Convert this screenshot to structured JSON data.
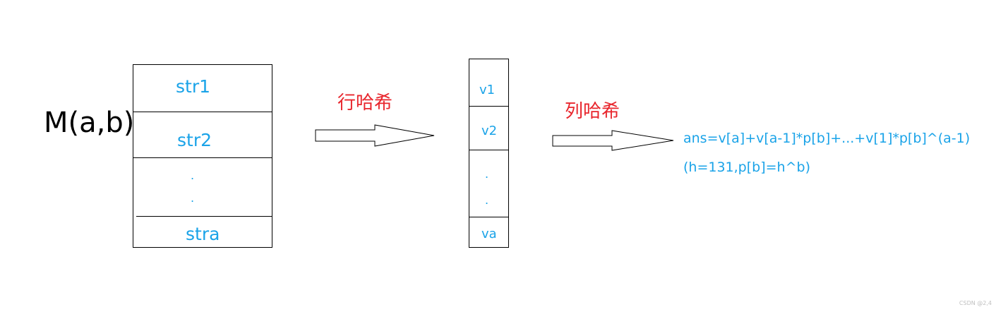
{
  "matrix": {
    "label": "M(a,b)",
    "rows": [
      {
        "label": "str1"
      },
      {
        "label": "str2"
      },
      {
        "label": "."
      },
      {
        "label": "."
      },
      {
        "label": "stra"
      }
    ]
  },
  "row_hash": {
    "label": "行哈希"
  },
  "hash_column": {
    "cells": [
      {
        "label": "v1"
      },
      {
        "label": "v2"
      },
      {
        "label": "."
      },
      {
        "label": "."
      },
      {
        "label": "va"
      }
    ]
  },
  "column_hash": {
    "label": "列哈希"
  },
  "result": {
    "formula": "ans=v[a]+v[a-1]*p[b]+...+v[1]*p[b]^(a-1)",
    "params": "(h=131,p[b]=h^b)"
  },
  "watermark": "CSDN @2,4",
  "colors": {
    "text_blue": "#1aa3e8",
    "label_red": "#e8262d",
    "line_black": "#000000"
  }
}
